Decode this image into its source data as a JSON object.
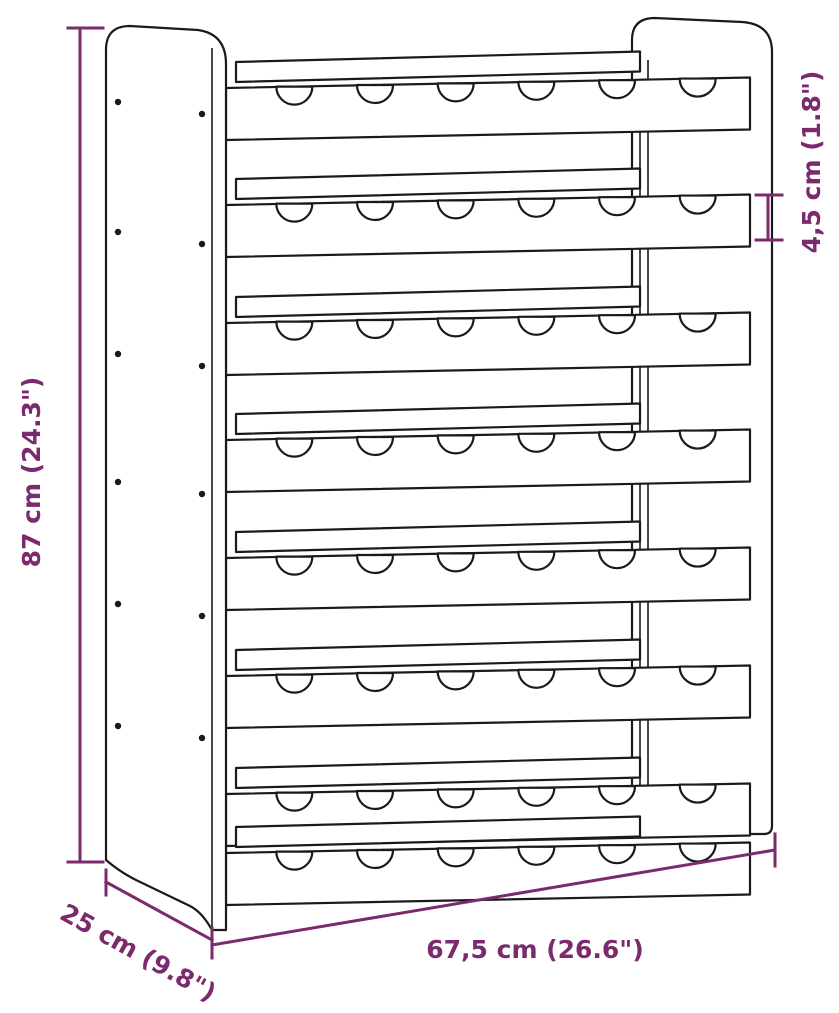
{
  "figure": {
    "subject": "wine-rack",
    "rows": 8,
    "slots_per_row": 6,
    "accent_color": "#7b2a6e",
    "line_color": "#1a1a1a"
  },
  "dimensions": {
    "height": "87 cm (24.3\")",
    "depth": "25 cm (9.8\")",
    "width": "67,5 cm (26.6\")",
    "slot_height": "4,5 cm (1.8\")"
  }
}
